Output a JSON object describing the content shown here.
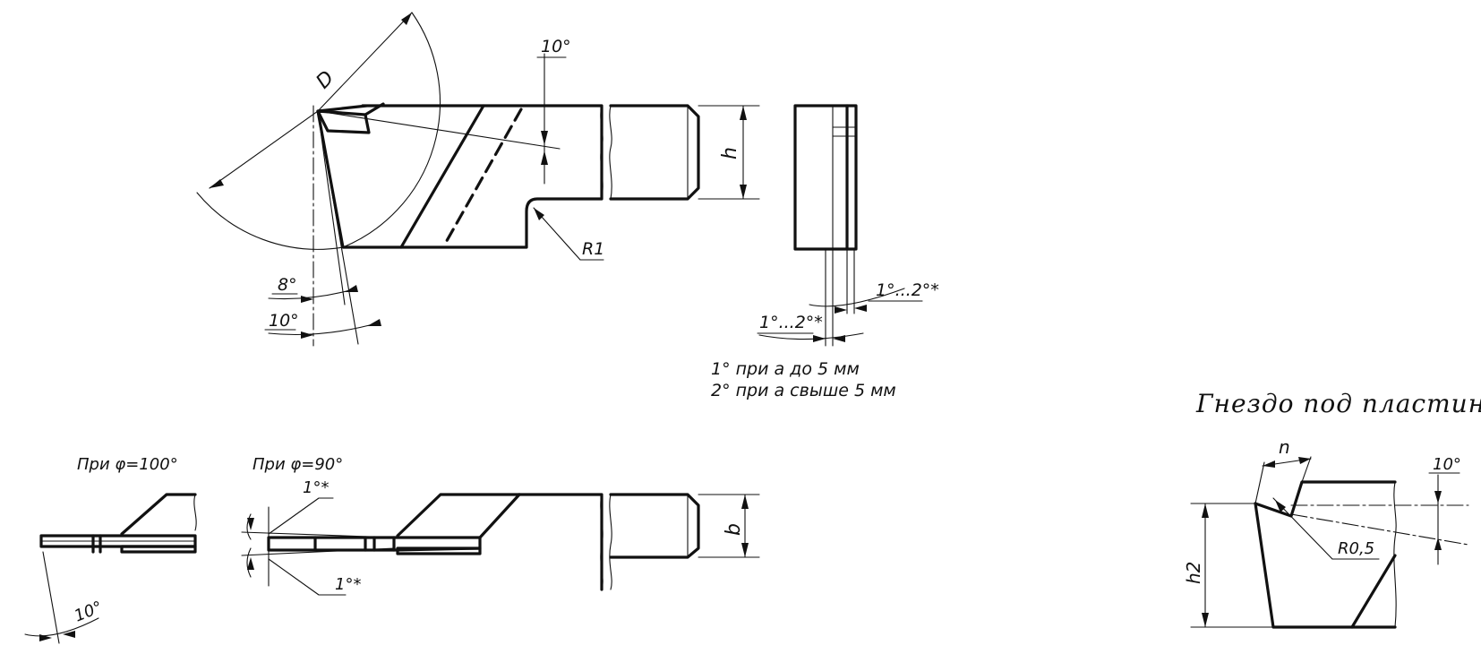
{
  "labels": {
    "diameter": "D",
    "angle_top": "10°",
    "height": "h",
    "radius": "R1",
    "angle_8": "8°",
    "angle_10_left": "10°",
    "tol_right": "1°...2°*",
    "tol_left": "1°...2°*",
    "note_line1": "1° при a до 5 мм",
    "note_line2": "2° при a свыше 5 мм",
    "phi100": "При φ=100°",
    "phi90": "При φ=90°",
    "star_top": "1°*",
    "star_bottom": "1°*",
    "angle_10_bottom": "10°",
    "width": "b",
    "seat_title": "Гнездо под пластину",
    "seat_n": "n",
    "seat_angle": "10°",
    "seat_radius": "R0,5",
    "seat_h2": "h2"
  }
}
